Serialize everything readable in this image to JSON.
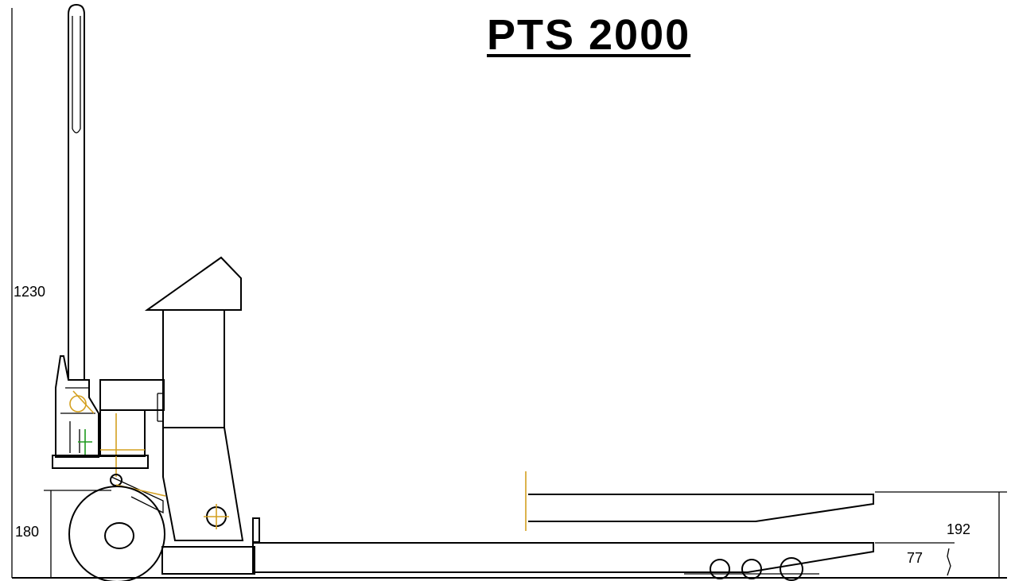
{
  "title": "PTS 2000",
  "dimensions": {
    "mast_height": "1230",
    "wheel_height": "180",
    "fork_raised_height": "192",
    "fork_lowered_height": "77"
  },
  "colors": {
    "line": "#000000",
    "accent_orange": "#d4a020",
    "accent_green": "#1e9a1e"
  }
}
